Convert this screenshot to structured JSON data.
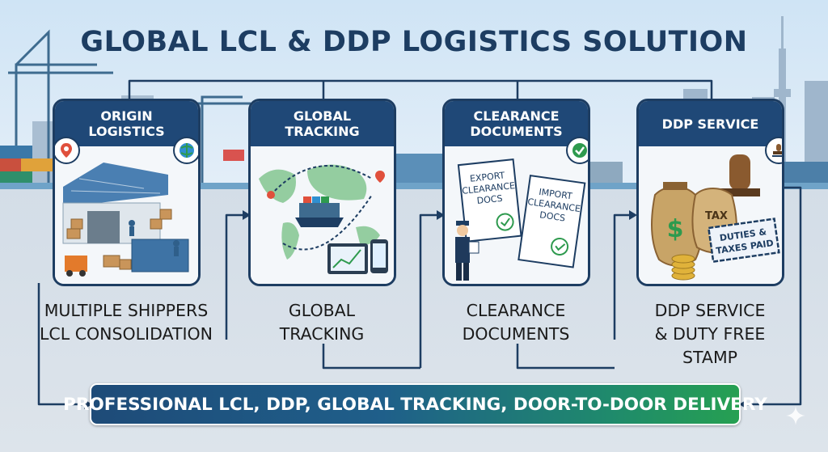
{
  "title": "GLOBAL LCL & DDP LOGISTICS SOLUTION",
  "cards": [
    {
      "heading": "ORIGIN LOGISTICS",
      "caption": [
        "MULTIPLE SHIPPERS",
        "LCL CONSOLIDATION"
      ],
      "icons": [
        "location-pin-icon",
        "globe-icon"
      ]
    },
    {
      "heading": "GLOBAL TRACKING",
      "caption": [
        "GLOBAL",
        "TRACKING"
      ],
      "icons": [
        "world-map-icon",
        "cargo-ship-icon",
        "tablet-icon",
        "smartphone-icon"
      ]
    },
    {
      "heading": "CLEARANCE DOCUMENTS",
      "caption": [
        "CLEARANCE",
        "DOCUMENTS"
      ],
      "docs": [
        {
          "lines": [
            "EXPORT",
            "CLEARANCE",
            "DOCS"
          ]
        },
        {
          "lines": [
            "IMPORT",
            "CLEARANCE",
            "DOCS"
          ]
        }
      ],
      "icons": [
        "check-badge-icon",
        "customs-officer-icon"
      ]
    },
    {
      "heading": "DDP SERVICE",
      "caption": [
        "DDP SERVICE",
        "& DUTY FREE",
        "STAMP"
      ],
      "bag_labels": [
        "$",
        "TAX"
      ],
      "stamp": [
        "DUTIES &",
        "TAXES PAID"
      ],
      "icons": [
        "stamp-icon",
        "money-bag-icon"
      ]
    }
  ],
  "banner": "PROFESSIONAL LCL, DDP, GLOBAL TRACKING, DOOR-TO-DOOR DELIVERY",
  "colors": {
    "navy": "#1d3d62",
    "header": "#1f4877",
    "banner_start": "#1e4b78",
    "banner_end": "#26a052",
    "accent_green": "#2e9a4e",
    "accent_red": "#e0503c"
  }
}
